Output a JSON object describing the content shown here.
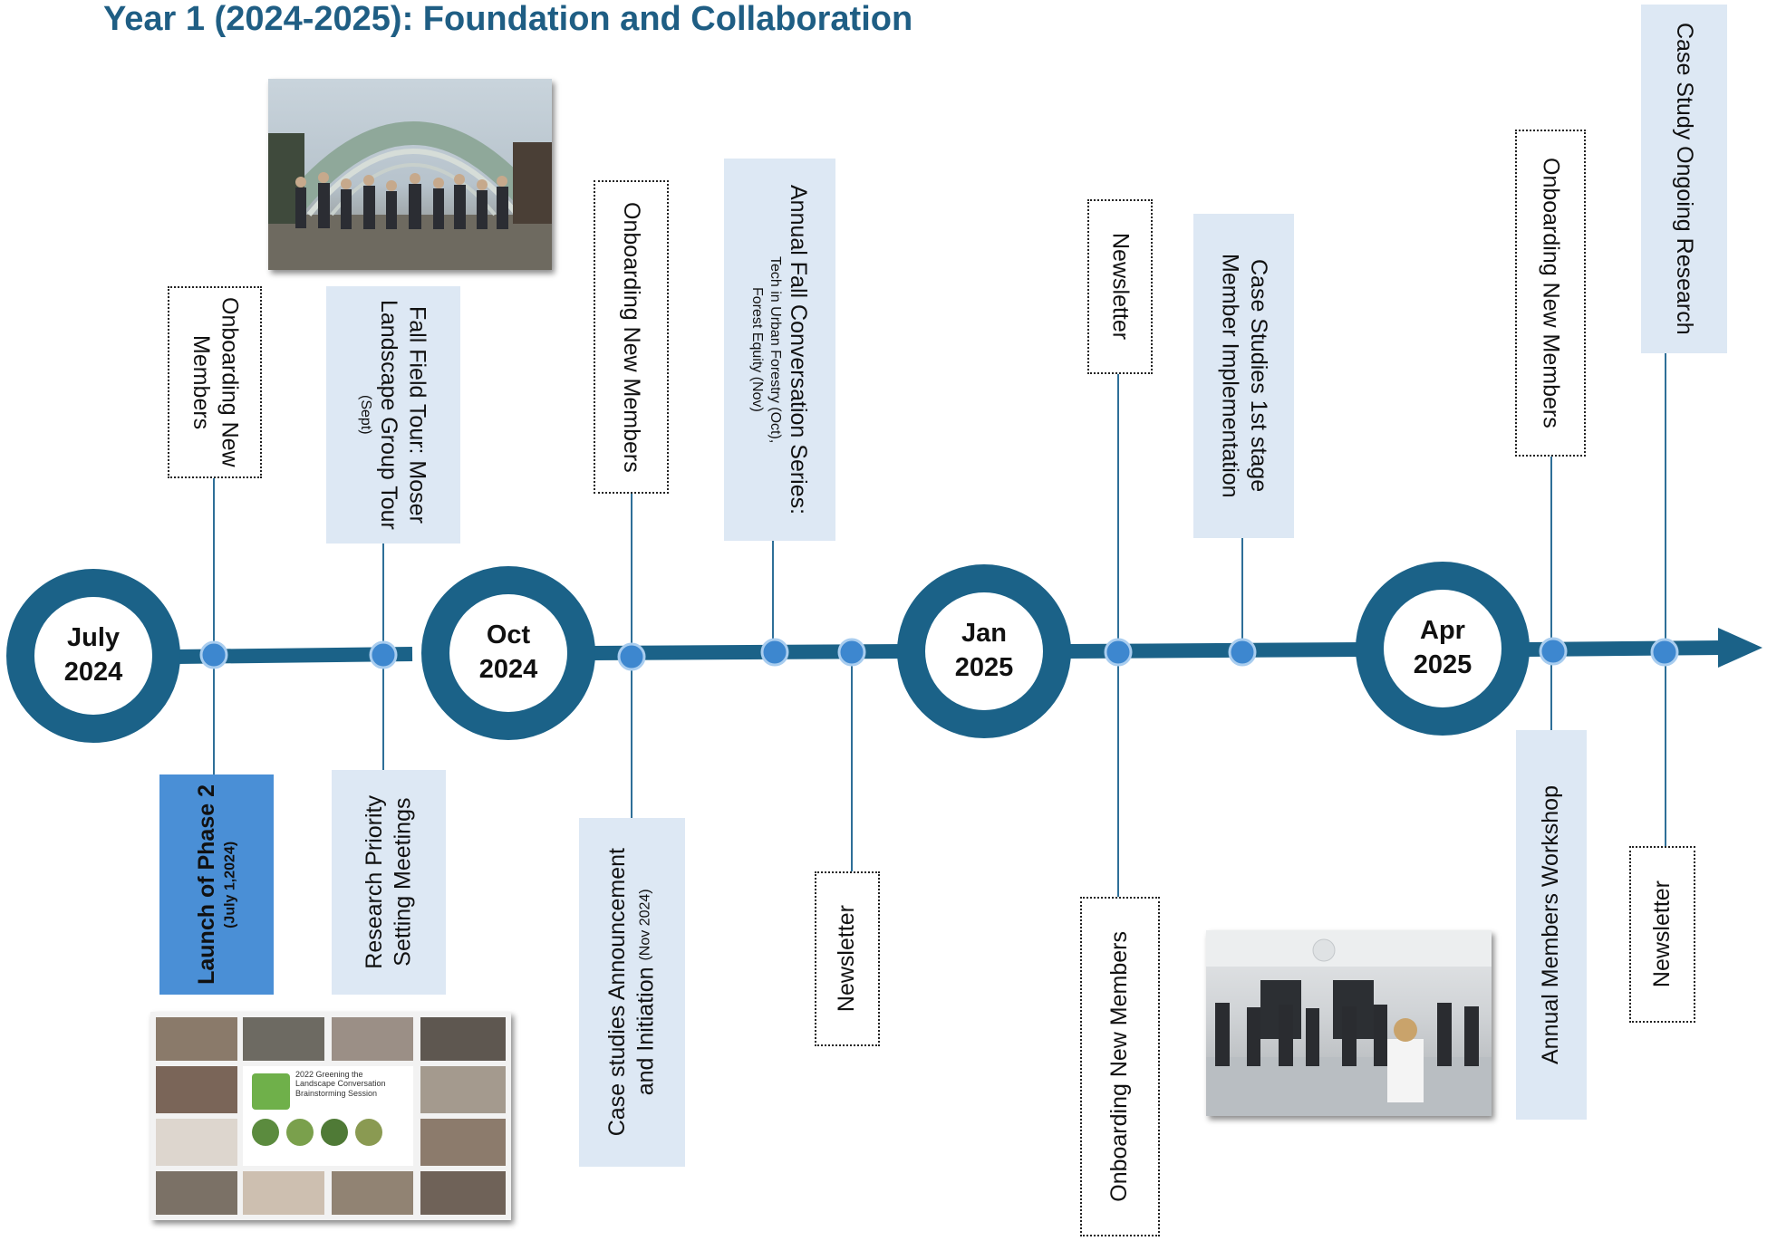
{
  "title": "Year 1 (2024-2025): Foundation and Collaboration",
  "milestones": [
    {
      "line1": "July",
      "line2": "2024"
    },
    {
      "line1": "Oct",
      "line2": "2024"
    },
    {
      "line1": "Jan",
      "line2": "2025"
    },
    {
      "line1": "Apr",
      "line2": "2025"
    }
  ],
  "above": {
    "onboarding1": {
      "line1": "Onboarding New",
      "line2": "Members"
    },
    "fall_tour": {
      "line1": "Fall Field Tour: Moser",
      "line2": "Landscape Group Tour",
      "note": "(Sept)"
    },
    "onboarding2": {
      "line1": "Onboarding New Members"
    },
    "fall_series": {
      "line1": "Annual Fall Conversation Series:",
      "line2": "Tech in Urban Forestry (Oct),",
      "line3": "Forest Equity (Nov)"
    },
    "newsletter1": {
      "line1": "Newsletter"
    },
    "case_studies_stage": {
      "line1": "Case Studies 1st stage",
      "line2": "Member Implementation"
    },
    "onboarding3": {
      "line1": "Onboarding New Members"
    },
    "case_study_ongoing": {
      "line1": "Case Study Ongoing Research"
    }
  },
  "below": {
    "launch": {
      "line1": "Launch of Phase 2",
      "note": "(July 1,2024)"
    },
    "research_priority": {
      "line1": "Research Priority",
      "line2": "Setting Meetings"
    },
    "case_studies_announce": {
      "line1": "Case studies Announcement",
      "line2": "and Initiation",
      "note": "(Nov 2024)"
    },
    "newsletter2": {
      "line1": "Newsletter"
    },
    "onboarding4": {
      "line1": "Onboarding New Members"
    },
    "annual_workshop": {
      "line1": "Annual Members Workshop"
    },
    "newsletter3": {
      "line1": "Newsletter"
    }
  },
  "brainstorm_slide": {
    "line1": "2022 Greening the",
    "line2": "Landscape Conversation",
    "line3": "Brainstorming Session"
  },
  "colors": {
    "title": "#1f5e84",
    "timeline": "#1b6288",
    "dot": "#3d87cf",
    "light_box": "#dde8f4",
    "launch_box": "#4a8fd6"
  }
}
